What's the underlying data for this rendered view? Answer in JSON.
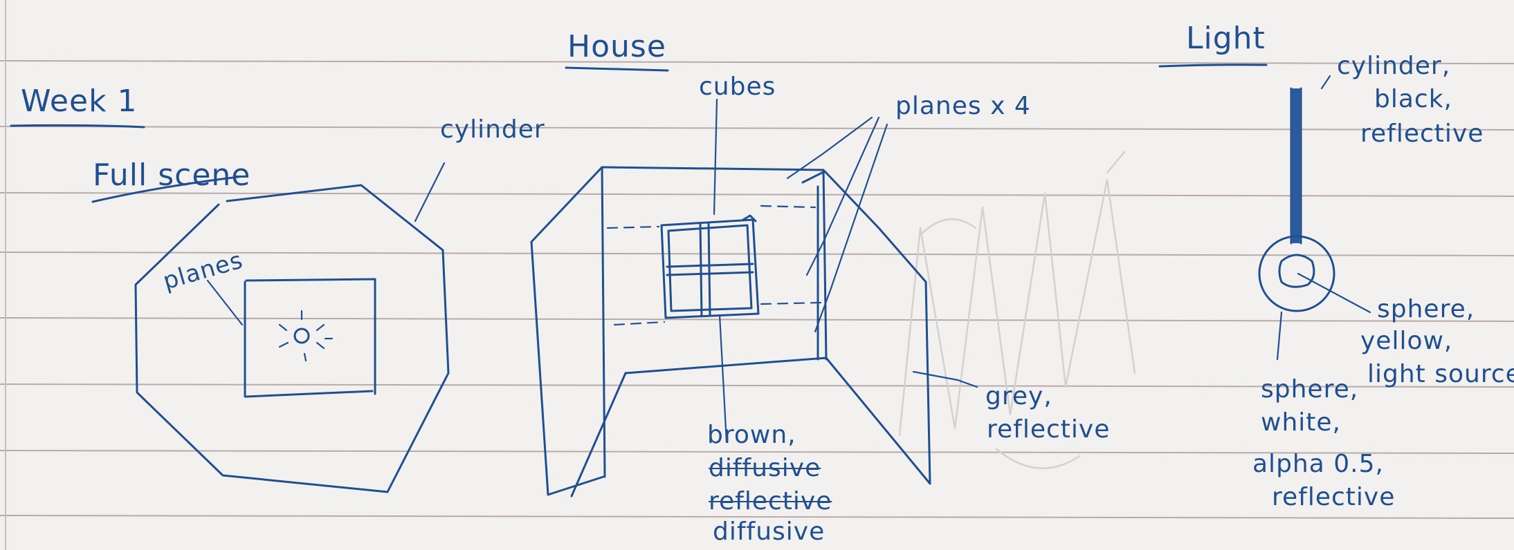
{
  "page": {
    "heading": "Week 1",
    "paper_color": "#f3f1ef",
    "ink_color": "#1f4f8f"
  },
  "full_scene": {
    "title": "Full scene",
    "labels": {
      "cylinder": "cylinder",
      "planes": "planes"
    }
  },
  "house": {
    "title": "House",
    "labels": {
      "cubes": "cubes",
      "planes": "planes x 4",
      "grey_1": "grey,",
      "grey_2": "reflective",
      "brown": "brown,",
      "struck_1": "diffusive",
      "struck_2": "reflective",
      "final": "diffusive"
    }
  },
  "light": {
    "title": "Light",
    "labels": {
      "cylinder_1": "cylinder,",
      "cylinder_2": "black,",
      "cylinder_3": "reflective",
      "yellow_1": "sphere,",
      "yellow_2": "yellow,",
      "yellow_3": "light source",
      "white_1": "sphere,",
      "white_2": "white,",
      "white_3": "alpha 0.5,",
      "white_4": "reflective"
    }
  }
}
